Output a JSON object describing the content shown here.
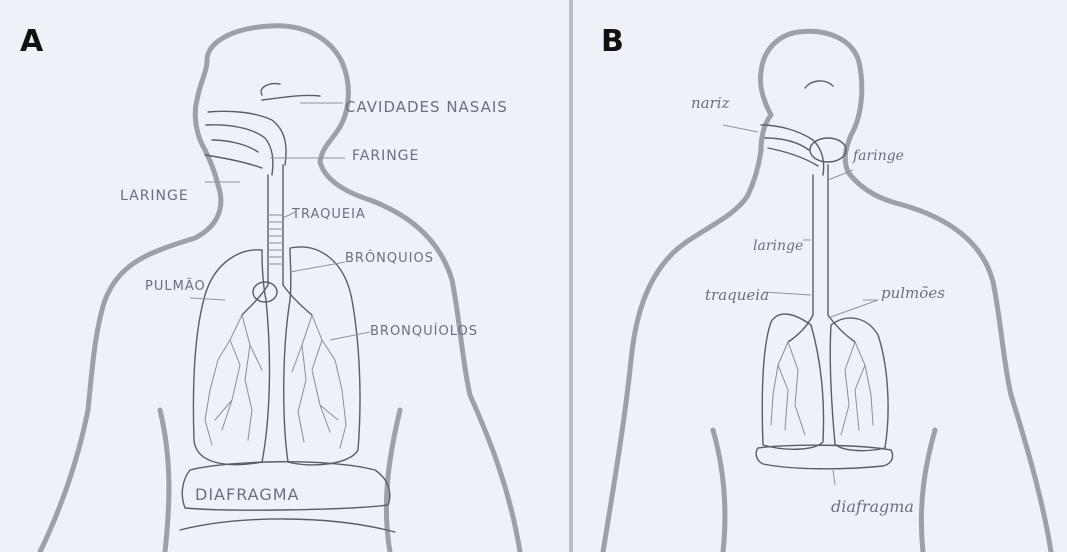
{
  "panels": [
    {
      "letter": "A",
      "labels": {
        "nasal": "CAVIDADES NASAIS",
        "pharynx": "FARINGE",
        "larynx": "LARINGE",
        "trachea": "TRAQUEIA",
        "lung": "PULMÃO",
        "bronchi": "BRÔNQUIOS",
        "bronchioles": "BRONQUÍOLOS",
        "diaphragm": "DIAFRAGMA"
      }
    },
    {
      "letter": "B",
      "labels": {
        "nose": "nariz",
        "pharynx": "faringe",
        "larynx": "laringe",
        "trachea": "traqueia",
        "lung": "pulmões",
        "diaphragm": "diafragma"
      }
    }
  ]
}
